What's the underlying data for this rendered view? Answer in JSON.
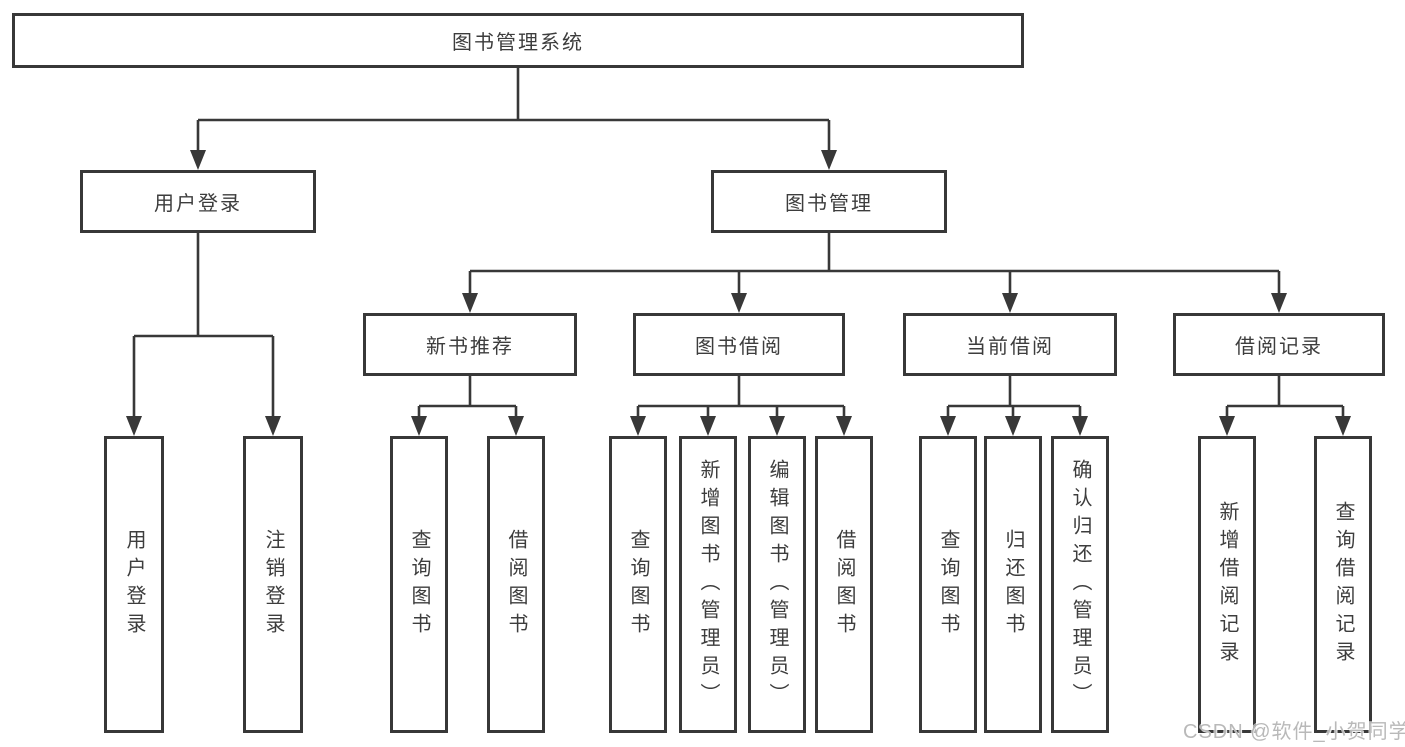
{
  "diagram_title": "图书管理系统",
  "watermark": "CSDN @软件_小贺同学",
  "colors": {
    "line": "#383838",
    "text": "#3d3d3d",
    "box_bg": "#ffffff",
    "watermark": "#b9b9b9"
  },
  "tree": {
    "label": "图书管理系统",
    "children": [
      {
        "label": "用户登录",
        "children": [
          {
            "label": "用户登录"
          },
          {
            "label": "注销登录"
          }
        ]
      },
      {
        "label": "图书管理",
        "children": [
          {
            "label": "新书推荐",
            "children": [
              {
                "label": "查询图书"
              },
              {
                "label": "借阅图书"
              }
            ]
          },
          {
            "label": "图书借阅",
            "children": [
              {
                "label": "查询图书"
              },
              {
                "label": "新增图书（管理员）"
              },
              {
                "label": "编辑图书（管理员）"
              },
              {
                "label": "借阅图书"
              }
            ]
          },
          {
            "label": "当前借阅",
            "children": [
              {
                "label": "查询图书"
              },
              {
                "label": "归还图书"
              },
              {
                "label": "确认归还（管理员）"
              }
            ]
          },
          {
            "label": "借阅记录",
            "children": [
              {
                "label": "新增借阅记录"
              },
              {
                "label": "查询借阅记录"
              }
            ]
          }
        ]
      }
    ]
  }
}
